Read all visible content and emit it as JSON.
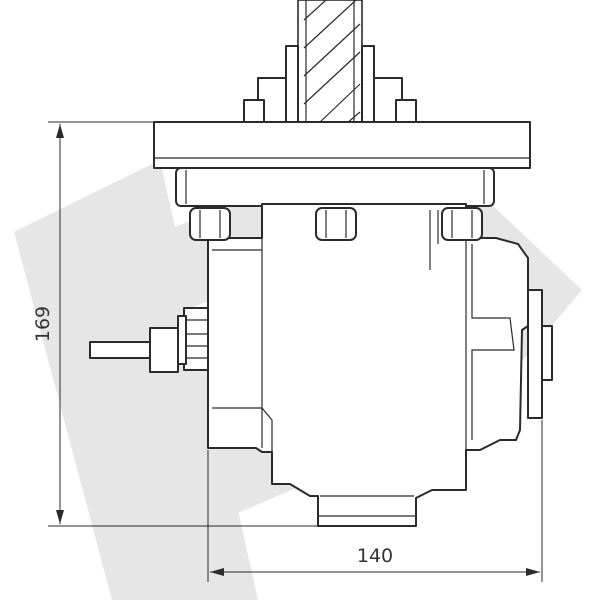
{
  "dimensions": {
    "height_label": "169",
    "width_label": "140"
  },
  "watermark": {
    "text": "EV",
    "color": "#e6e6e6"
  },
  "colors": {
    "line": "#2b2b2b",
    "background": "#ffffff"
  }
}
